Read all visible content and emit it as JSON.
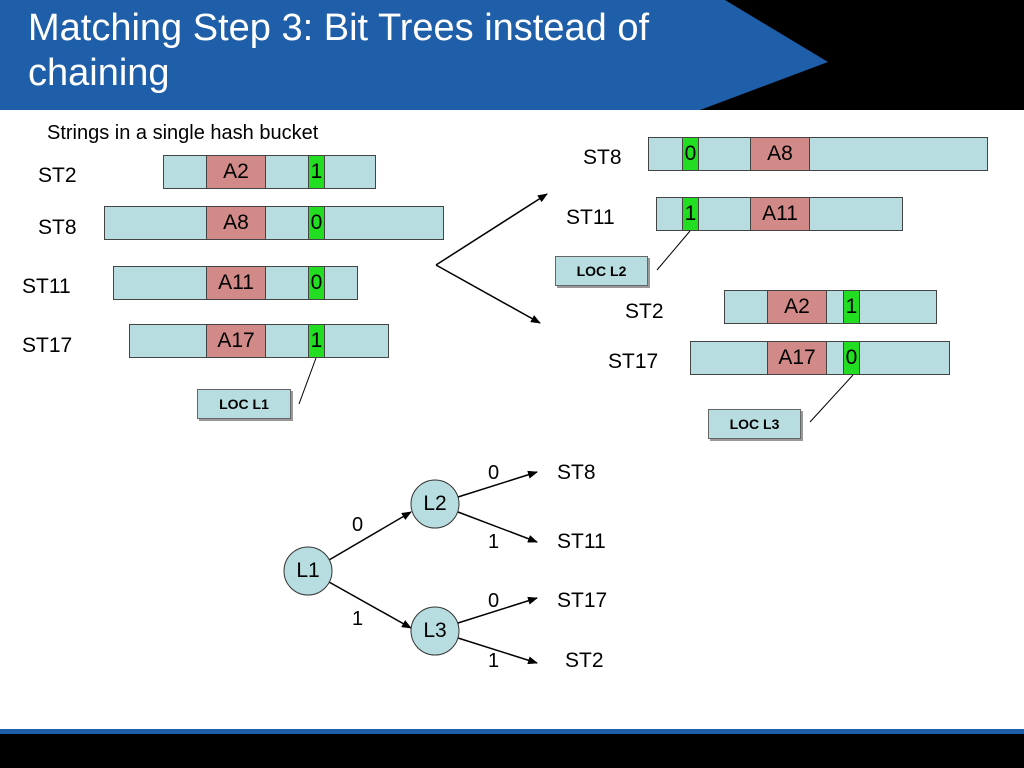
{
  "slide": {
    "title": "Matching Step 3: Bit Trees instead of chaining",
    "colors": {
      "title_banner": "#1f5ea8",
      "bar_fill": "#b8dde0",
      "addr_fill": "#d18a87",
      "bit_fill": "#22dd22",
      "node_fill": "#b8dde0"
    }
  },
  "bucket": {
    "caption": "Strings in a single hash bucket",
    "rows": [
      {
        "label": "ST2",
        "addr": "A2",
        "bit": "1"
      },
      {
        "label": "ST8",
        "addr": "A8",
        "bit": "0"
      },
      {
        "label": "ST11",
        "addr": "A11",
        "bit": "0"
      },
      {
        "label": "ST17",
        "addr": "A17",
        "bit": "1"
      }
    ],
    "loc": "LOC L1"
  },
  "group_l2": {
    "rows": [
      {
        "label": "ST8",
        "bit": "0",
        "addr": "A8"
      },
      {
        "label": "ST11",
        "bit": "1",
        "addr": "A11"
      }
    ],
    "loc": "LOC L2"
  },
  "group_l3": {
    "rows": [
      {
        "label": "ST2",
        "addr": "A2",
        "bit": "1"
      },
      {
        "label": "ST17",
        "addr": "A17",
        "bit": "0"
      }
    ],
    "loc": "LOC L3"
  },
  "tree": {
    "root": "L1",
    "node_l2": "L2",
    "node_l3": "L3",
    "edge_root_l2": "0",
    "edge_root_l3": "1",
    "edge_l2_st8": "0",
    "edge_l2_st11": "1",
    "edge_l3_st17": "0",
    "edge_l3_st2": "1",
    "leaf_st8": "ST8",
    "leaf_st11": "ST11",
    "leaf_st17": "ST17",
    "leaf_st2": "ST2"
  }
}
